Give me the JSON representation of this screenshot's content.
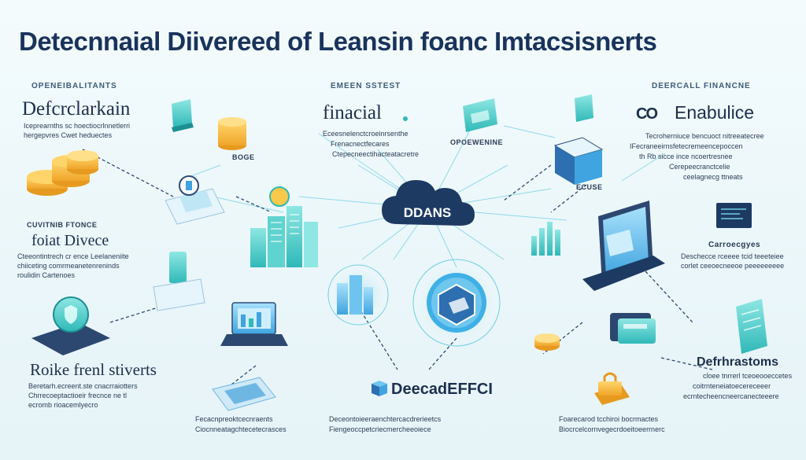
{
  "title": "Detecnnaial Diivereed  of  Leansin  foanc Imtacsisnerts",
  "left_top": {
    "kicker": "OPENEIBALITANTS",
    "heading": "Defcrclarkain",
    "lines": [
      "Iceprearnths sc hoectiocrlnnetlerri",
      "hergepvres Cwet heduectes"
    ]
  },
  "left_mid": {
    "kicker": "CUVITNIB FTONCE",
    "heading": "foiat Divece",
    "lines": [
      "Cteeontintrech cr ence Leelaneniite",
      "chiiceting comrmeanetenreninds",
      "roulidin Cartenoes"
    ]
  },
  "left_bottom": {
    "heading": "Roike frenl stiverts",
    "lines": [
      "Beretarh.ecreent.ste cnacrraiotters",
      "Chrrecoeptactioeir frecnce ne tl",
      "ecromb rioacemlyecro"
    ]
  },
  "center_top": {
    "kicker": "EMEEN SSTEST",
    "heading": "finacial",
    "lines": [
      "Eceesnelenctcroeinrsenthe",
      "Frenacnectfecares",
      "Ctepecneectihacteatacretre"
    ]
  },
  "center_tag": "OPOEWENINE",
  "tag_bank": "BOGE",
  "tag_vault": "ECUSE",
  "cloud_label": "DDANS",
  "center_bottom": {
    "heading": "DeecadEFFCI",
    "lines": [
      "Deceontoieeraenchtercacdrerieetcs",
      "Fiengeoccpetcriecmercheeoiece"
    ]
  },
  "bottom_left_small": {
    "lines": [
      "Fecacnpreoktcecnraents",
      "Ciocnneatagchtecetecrasces"
    ]
  },
  "bottom_right_small": {
    "lines": [
      "Foarecarod tcchiroi bocrmactes",
      "Biocrcelcornvegecrdoeitoeerrnerc"
    ]
  },
  "right_top": {
    "kicker": "DEERCALL FINANCNE",
    "heading": "Enabulice",
    "logo": "CO",
    "lines": [
      "Tecroherniuce bencuoct nitreeatecree",
      "IFecraneeirnsfetecremeencepoccen",
      "th Rb sicce ince ncoertresnee",
      "Cerepeecranctcelie",
      "ceelagnecg ttneats"
    ]
  },
  "right_mid": {
    "kicker": "Carroecgyes",
    "lines": [
      "Deschecce rceeee tcid teeeteiee",
      "corlet ceeoecneeoe peeeeeeeee"
    ]
  },
  "right_bottom": {
    "heading": "Defrhrastoms",
    "lines": [
      "cloee tnrrerl tceoeooeccetes",
      "coitrnteneiatoecereceeer",
      "ecrntecheencneercanecteeere"
    ]
  },
  "colors": {
    "navy": "#19335c",
    "teal": "#2fb9b8",
    "sky": "#3fb0e6",
    "gold": "#f2b233",
    "cloud": "#1d3a63"
  },
  "icons": [
    "coin-stack-icon",
    "document-icon",
    "building-icon",
    "cloud-icon",
    "vault-icon",
    "monitor-icon",
    "shield-icon",
    "chart-icon",
    "lock-icon",
    "pipe-icon"
  ]
}
